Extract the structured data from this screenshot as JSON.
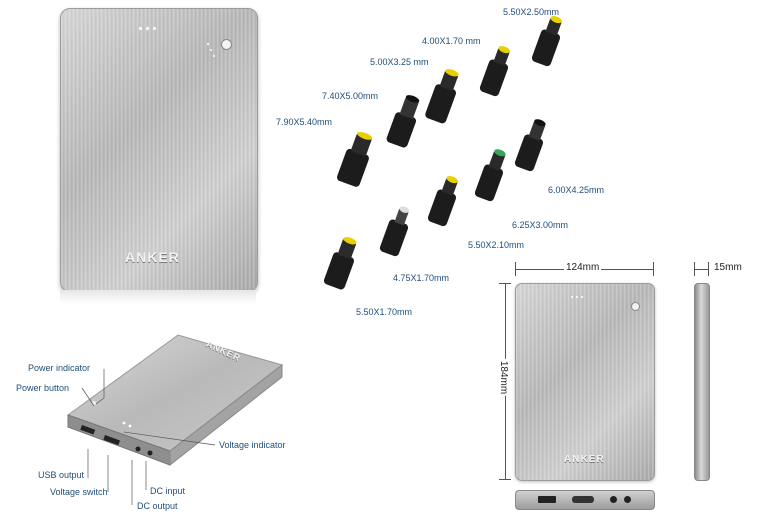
{
  "brand": "ANKER",
  "tips": [
    {
      "label": "5.50X2.50mm"
    },
    {
      "label": "4.00X1.70 mm"
    },
    {
      "label": "5.00X3.25 mm"
    },
    {
      "label": "7.40X5.00mm"
    },
    {
      "label": "7.90X5.40mm"
    },
    {
      "label": "6.00X4.25mm"
    },
    {
      "label": "6.25X3.00mm"
    },
    {
      "label": "5.50X2.10mm"
    },
    {
      "label": "4.75X1.70mm"
    },
    {
      "label": "5.50X1.70mm"
    }
  ],
  "callouts": {
    "power_indicator": "Power indicator",
    "power_button": "Power button",
    "voltage_indicator": "Voltage indicator",
    "usb_output": "USB output",
    "voltage_switch": "Voltage switch",
    "dc_input": "DC input",
    "dc_output": "DC output"
  },
  "dimensions": {
    "width": "124mm",
    "height": "184mm",
    "depth": "15mm"
  },
  "colors": {
    "label_blue": "#1f4e79",
    "tip_yellow": "#e8d000",
    "tip_green": "#3aa65a"
  }
}
